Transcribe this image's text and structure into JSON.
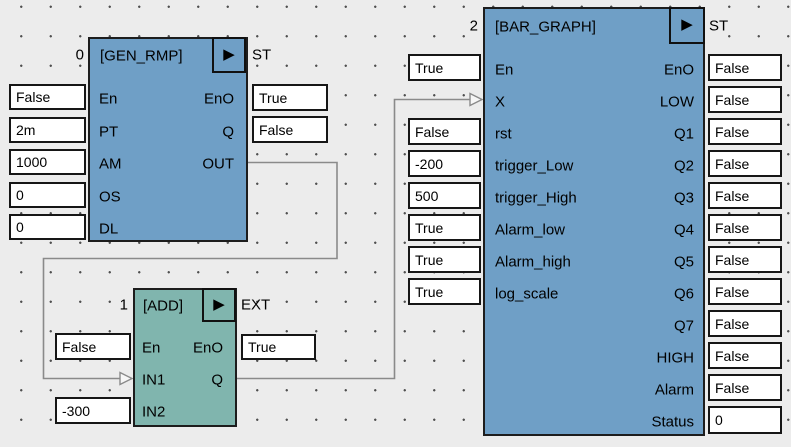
{
  "colors": {
    "background": "#ececec",
    "block_blue": "#6f9fc6",
    "block_teal": "#80b5ae",
    "wire": "#8a8a8a",
    "box_fill": "#ffffff"
  },
  "blocks": {
    "gen_rmp": {
      "index": "0",
      "title": "[GEN_RMP]",
      "tag": "ST",
      "run_icon": "▶",
      "inputs": [
        {
          "label": "En",
          "value": "False"
        },
        {
          "label": "PT",
          "value": "2m"
        },
        {
          "label": "AM",
          "value": "1000"
        },
        {
          "label": "OS",
          "value": "0"
        },
        {
          "label": "DL",
          "value": "0"
        }
      ],
      "outputs": [
        {
          "label": "EnO",
          "value": "True"
        },
        {
          "label": "Q",
          "value": "False"
        },
        {
          "label": "OUT"
        }
      ]
    },
    "add": {
      "index": "1",
      "title": "[ADD]",
      "tag": "EXT",
      "run_icon": "▶",
      "inputs": [
        {
          "label": "En",
          "value": "False"
        },
        {
          "label": "IN1"
        },
        {
          "label": "IN2",
          "value": "-300"
        }
      ],
      "outputs": [
        {
          "label": "EnO",
          "value": "True"
        },
        {
          "label": "Q"
        }
      ]
    },
    "bar_graph": {
      "index": "2",
      "title": "[BAR_GRAPH]",
      "tag": "ST",
      "run_icon": "▶",
      "inputs": [
        {
          "label": "En",
          "value": "True"
        },
        {
          "label": "X"
        },
        {
          "label": "rst",
          "value": "False"
        },
        {
          "label": "trigger_Low",
          "value": "-200"
        },
        {
          "label": "trigger_High",
          "value": "500"
        },
        {
          "label": "Alarm_low",
          "value": "True"
        },
        {
          "label": "Alarm_high",
          "value": "True"
        },
        {
          "label": "log_scale",
          "value": "True"
        }
      ],
      "outputs": [
        {
          "label": "EnO",
          "value": "False"
        },
        {
          "label": "LOW",
          "value": "False"
        },
        {
          "label": "Q1",
          "value": "False"
        },
        {
          "label": "Q2",
          "value": "False"
        },
        {
          "label": "Q3",
          "value": "False"
        },
        {
          "label": "Q4",
          "value": "False"
        },
        {
          "label": "Q5",
          "value": "False"
        },
        {
          "label": "Q6",
          "value": "False"
        },
        {
          "label": "Q7",
          "value": "False"
        },
        {
          "label": "HIGH",
          "value": "False"
        },
        {
          "label": "Alarm",
          "value": "False"
        },
        {
          "label": "Status",
          "value": "0"
        }
      ]
    }
  },
  "connections": [
    {
      "from": "GEN_RMP.OUT",
      "to": "ADD.IN1"
    },
    {
      "from": "ADD.Q",
      "to": "BAR_GRAPH.X"
    }
  ]
}
